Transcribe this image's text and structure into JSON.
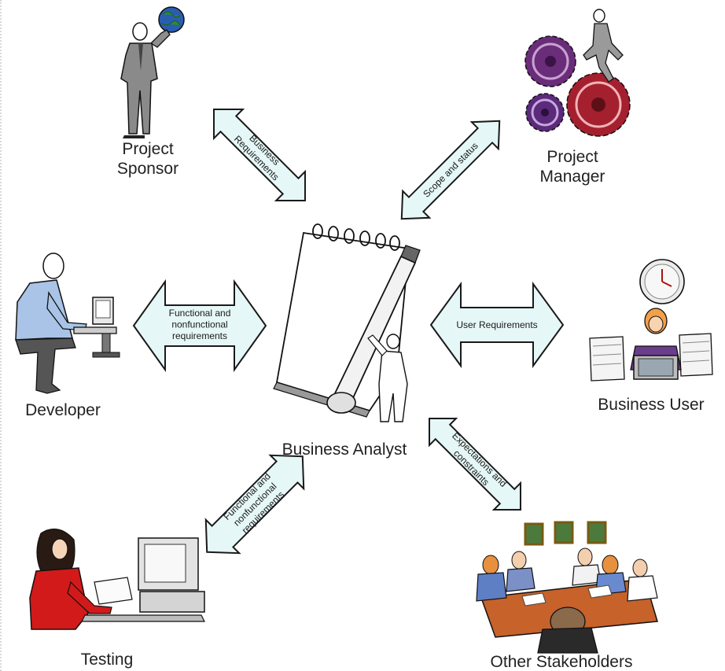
{
  "roles": {
    "sponsor": "Project\nSponsor",
    "manager": "Project\nManager",
    "developer": "Developer",
    "analyst": "Business Analyst",
    "user": "Business User",
    "testing": "Testing",
    "stakeholders": "Other Stakeholders"
  },
  "arrows": {
    "sponsor": "Business\nRequirements",
    "manager": "Scope and status",
    "developer": "Functional and\nnonfunctional\nrequirements",
    "user": "User Requirements",
    "stakeholders": "Expectations and\nconstraints",
    "testing": "Functional and\nnonfunctional\nrequirements"
  },
  "colors": {
    "arrow_fill": "#e6f7f7",
    "arrow_stroke": "#1a1a1a",
    "label_text": "#222222"
  }
}
